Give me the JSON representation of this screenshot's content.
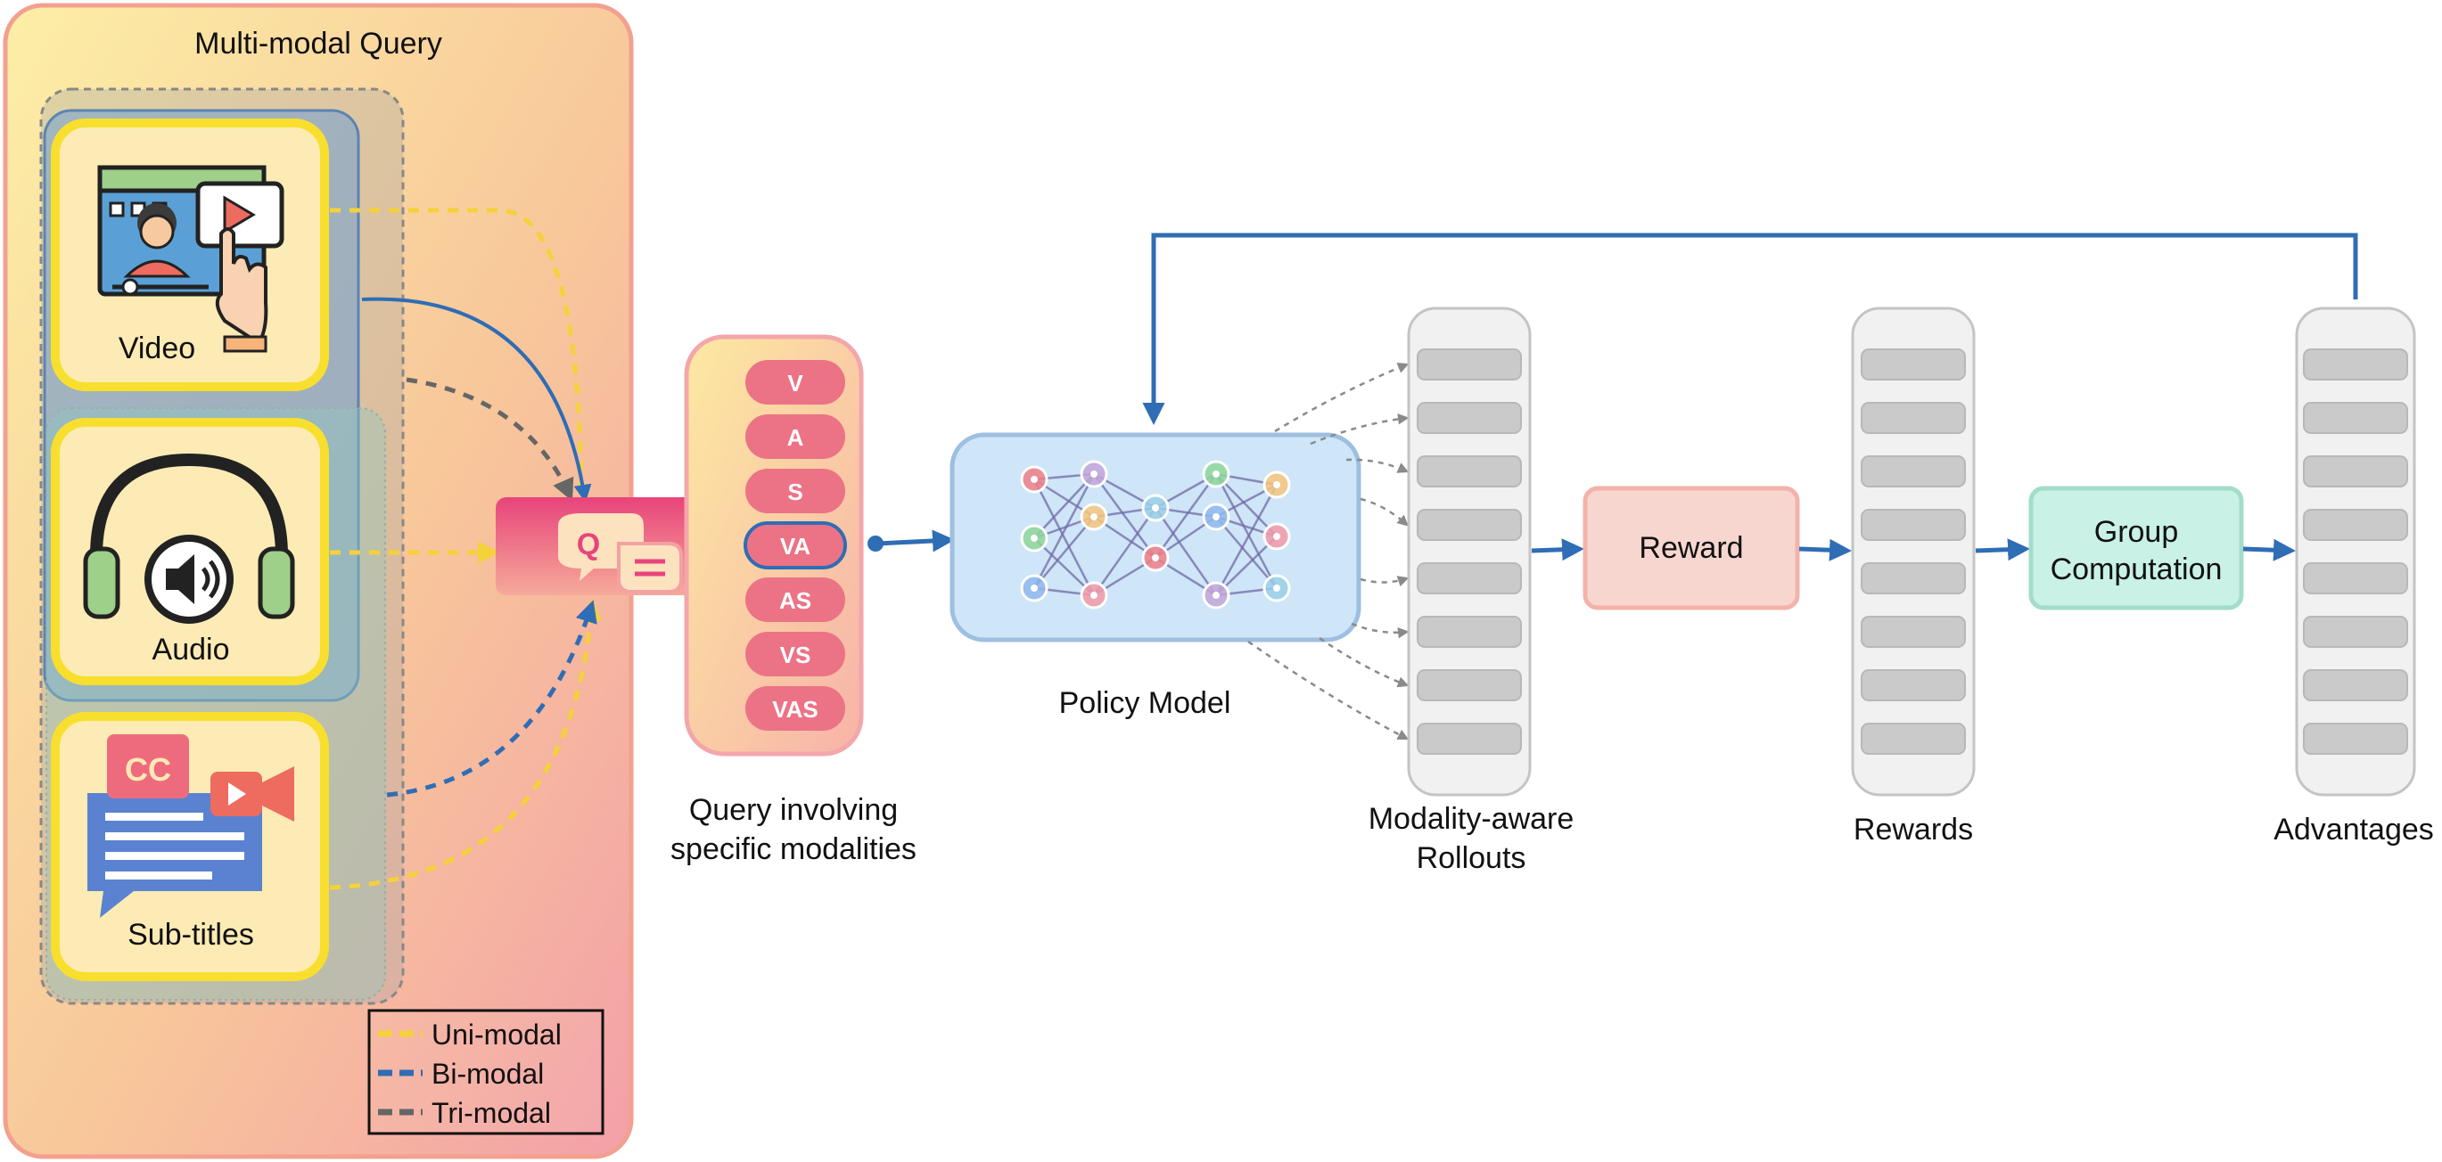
{
  "query_panel": {
    "title": "Multi-modal Query",
    "modalities": [
      {
        "label": "Video"
      },
      {
        "label": "Audio"
      },
      {
        "label": "Sub-titles"
      }
    ],
    "cc_text": "CC"
  },
  "legend": {
    "items": [
      {
        "label": "Uni-modal",
        "color": "#f5d13a"
      },
      {
        "label": "Bi-modal",
        "color": "#2f6db5"
      },
      {
        "label": "Tri-modal",
        "color": "#666666"
      }
    ]
  },
  "query_box": {
    "caption_line1": "Query involving",
    "caption_line2": "specific modalities",
    "pills": [
      "V",
      "A",
      "S",
      "VA",
      "AS",
      "VS",
      "VAS"
    ],
    "selected_pill": "VA"
  },
  "policy": {
    "caption": "Policy Model"
  },
  "rollouts": {
    "caption_line1": "Modality-aware",
    "caption_line2": "Rollouts"
  },
  "reward": {
    "label": "Reward"
  },
  "rewards": {
    "caption": "Rewards"
  },
  "group": {
    "label_line1": "Group",
    "label_line2": "Computation"
  },
  "advantages": {
    "caption": "Advantages"
  },
  "colors": {
    "arrow": "#2f6db5",
    "uni": "#f5d13a",
    "bi": "#2f6db5",
    "tri": "#666666",
    "pill": "#ec7386",
    "reward_fill": "#f8d6d0",
    "group_fill": "#c9f1e6"
  }
}
